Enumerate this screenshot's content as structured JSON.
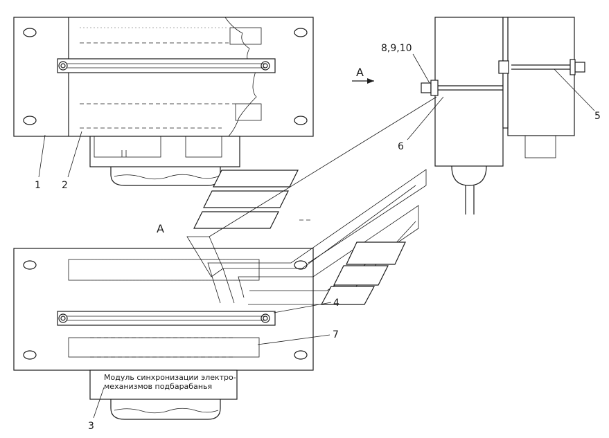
{
  "labels": {
    "item_1": "1",
    "item_2": "2",
    "item_3": "3",
    "item_4": "4",
    "item_5": "5",
    "item_6": "6",
    "item_7": "7",
    "item_8_9_10": "8,9,10",
    "view_arrow": "А",
    "view_label": "А"
  },
  "module_caption": {
    "line1": "Модуль синхронизации электро-",
    "line2": "механизмов подбарабанья"
  }
}
